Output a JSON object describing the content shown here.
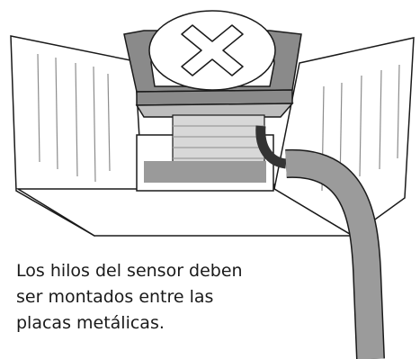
{
  "caption": {
    "lines": [
      "Los hilos del sensor deben",
      "ser montados entre las",
      "placas metálicas."
    ]
  },
  "colors": {
    "outline": "#1a1a1a",
    "housing_fill": "#ffffff",
    "housing_line": "#8c8c8c",
    "clamp_plate": "#8a8a8a",
    "clamp_plate_light": "#bdbdbd",
    "screw_thread": "#d8d8d8",
    "bottom_plate": "#9a9a9a",
    "sensor_wire": "#333333",
    "cable": "#9b9b9b"
  },
  "icons": [
    "phillips-screw-head-icon"
  ]
}
